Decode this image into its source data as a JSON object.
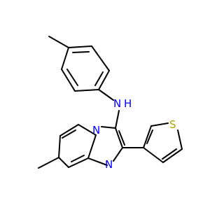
{
  "structure": {
    "atom_labels": {
      "amine_nitrogen": "N",
      "amine_hydrogen": "H",
      "bridgehead_nitrogen": "N",
      "ring_nitrogen": "N",
      "thiophene_sulfur": "S"
    },
    "colors": {
      "bond": "#000000",
      "nitrogen": "#0000ff",
      "sulfur": "#b3a100",
      "background": "#ffffff"
    }
  }
}
